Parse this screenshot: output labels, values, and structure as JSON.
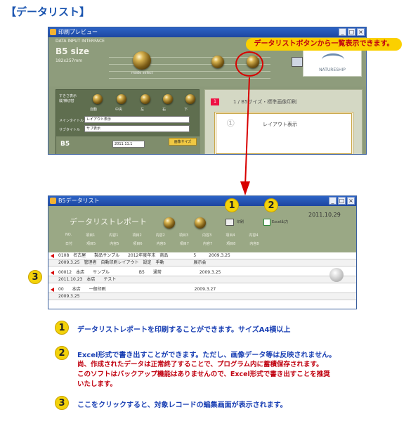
{
  "heading": "【データリスト】",
  "top_window": {
    "title": "印刷プレビュー",
    "interface_label": "DATA INPUT INTERFACE",
    "size_label": "B5 size",
    "size_sub": "182x257mm",
    "knob1_label": "mode select",
    "logo_text": "NATURESHIP",
    "left_panel": {
      "label_a": "すきさ表示\n縦/横切替",
      "buttons": [
        "自動",
        "中央",
        "左",
        "右",
        "下"
      ],
      "main_title_label": "メインタイトル",
      "main_title_value": "レイアウト表示",
      "sub_title_label": "サブタイトル",
      "sub_title_value": "サブ表示",
      "b5_label": "B5",
      "date_value": "2011.11.1",
      "hyoushi_label": "画像サイズ"
    },
    "right_panel": {
      "num_label": "1",
      "heading": "1 / B5サイズ・標準画像印刷",
      "doc_circle": "①",
      "doc_title": "レイアウト表示"
    }
  },
  "callout_text": "データリストボタンから一覧表示できます。",
  "bottom_window": {
    "title": "B5データリスト",
    "report_title": "データリストレポート",
    "print_btn_label": "印刷",
    "excel_btn_label": "Excel出力",
    "date": "2011.10.29",
    "badge1": "1",
    "badge2": "2",
    "header_rows": [
      [
        "NO.",
        "項目1",
        "内容1",
        "項目2",
        "内容2",
        "項目3",
        "内容3",
        "項目4",
        "内容4"
      ],
      [
        "日付",
        "項目5",
        "内容5",
        "項目6",
        "内容6",
        "項目7",
        "内容7",
        "項目8",
        "内容8"
      ]
    ],
    "rows": [
      "0108　名古屋　　製品サンプル　　2012年度年末　商品　　　　　　5　　　2009.3.25",
      "2009.3.25　管理者　自動印刷レイアウト　設定　手動　　　　　　　展示会",
      "00012　本店　　サンプル　　　　　　　B5　　通常　　　　　　　　　2009.3.25",
      "2011.10.23　本店　　テスト　　　　　　　　　　　　　　　　　　　",
      "00　　本店　　一般印刷　　　　　　　　　　　　　　　　　　　　　2009.3.27",
      "2009.3.25　　　　　　　　　　　　　　　　　　　　　　　　　　　"
    ]
  },
  "badge3": "3",
  "descriptions": [
    {
      "num": "1",
      "text": "データリストレポートを印刷することができます。サイズA4横以上"
    },
    {
      "num": "2",
      "text": "Excel形式で書き出すことができます。ただし、画像データ等は反映されません。"
    },
    {
      "num": "3",
      "text": "ここをクリックすると、対象レコードの編集画面が表示されます。"
    }
  ],
  "note_lines": [
    "尚、作成されたデータは正常終了することで、プログラム内に蓄積保存されます。",
    "このソフトはバックアップ機能はありませんので、Excel形式で書き出すことを推奨",
    "いたします。"
  ]
}
